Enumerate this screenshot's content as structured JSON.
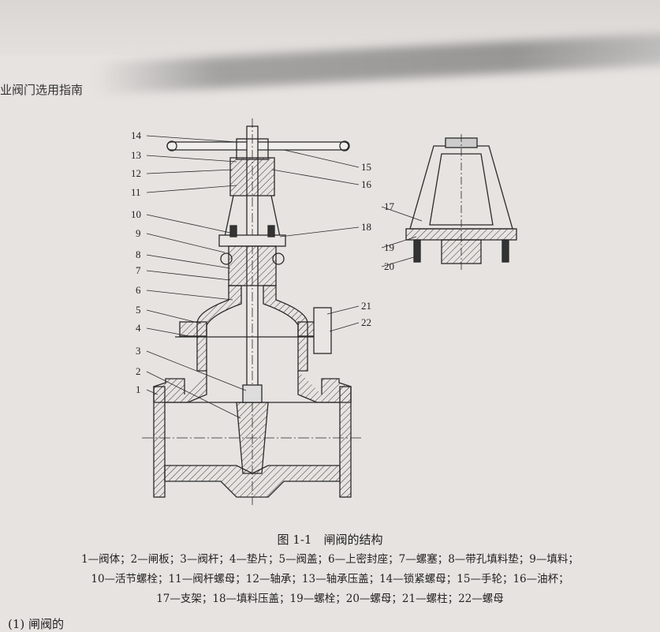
{
  "page_header": "业阀门选用指南",
  "figure": {
    "caption": "图 1-1　闸阀的结构",
    "callouts_left": [
      "14",
      "13",
      "12",
      "11",
      "10",
      "9",
      "8",
      "7",
      "6",
      "5",
      "4",
      "3",
      "2",
      "1"
    ],
    "callouts_right": [
      "15",
      "16",
      "17",
      "18",
      "19",
      "20",
      "21",
      "22"
    ],
    "legend": [
      "1—阀体；2—闸板；3—阀杆；4—垫片；5—阀盖；6—上密封座；7—螺塞；8—带孔填料垫；9—填料；",
      "10—活节螺栓；11—阀杆螺母；12—轴承；13—轴承压盖；14—锁紧螺母；15—手轮；16—油杯；",
      "17—支架；18—填料压盖；19—螺栓；20—螺母；21—螺柱；22—螺母"
    ]
  },
  "bottom_cut_text": "(1) 闸阀的"
}
